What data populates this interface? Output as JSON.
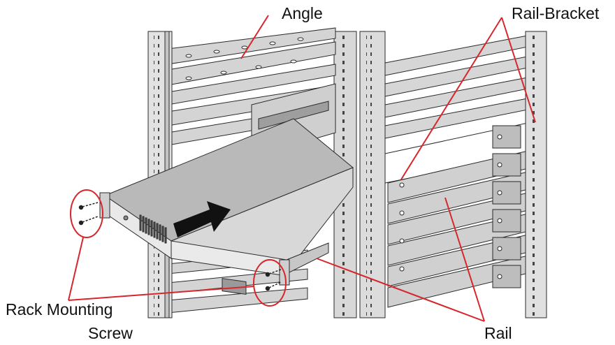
{
  "labels": {
    "angle": "Angle",
    "rail_bracket": "Rail-Bracket",
    "rack_mounting_line1": "Rack Mounting",
    "rack_mounting_line2": "Screw",
    "rail": "Rail"
  },
  "colors": {
    "callout": "#d7262c",
    "metal_light": "#e4e4e4",
    "metal_mid": "#c9c9c9",
    "metal_dark": "#9a9a9a",
    "outline": "#2a2a2a",
    "device_top": "#b9b9b9",
    "device_front": "#e9e9e9",
    "arrow": "#111111"
  }
}
